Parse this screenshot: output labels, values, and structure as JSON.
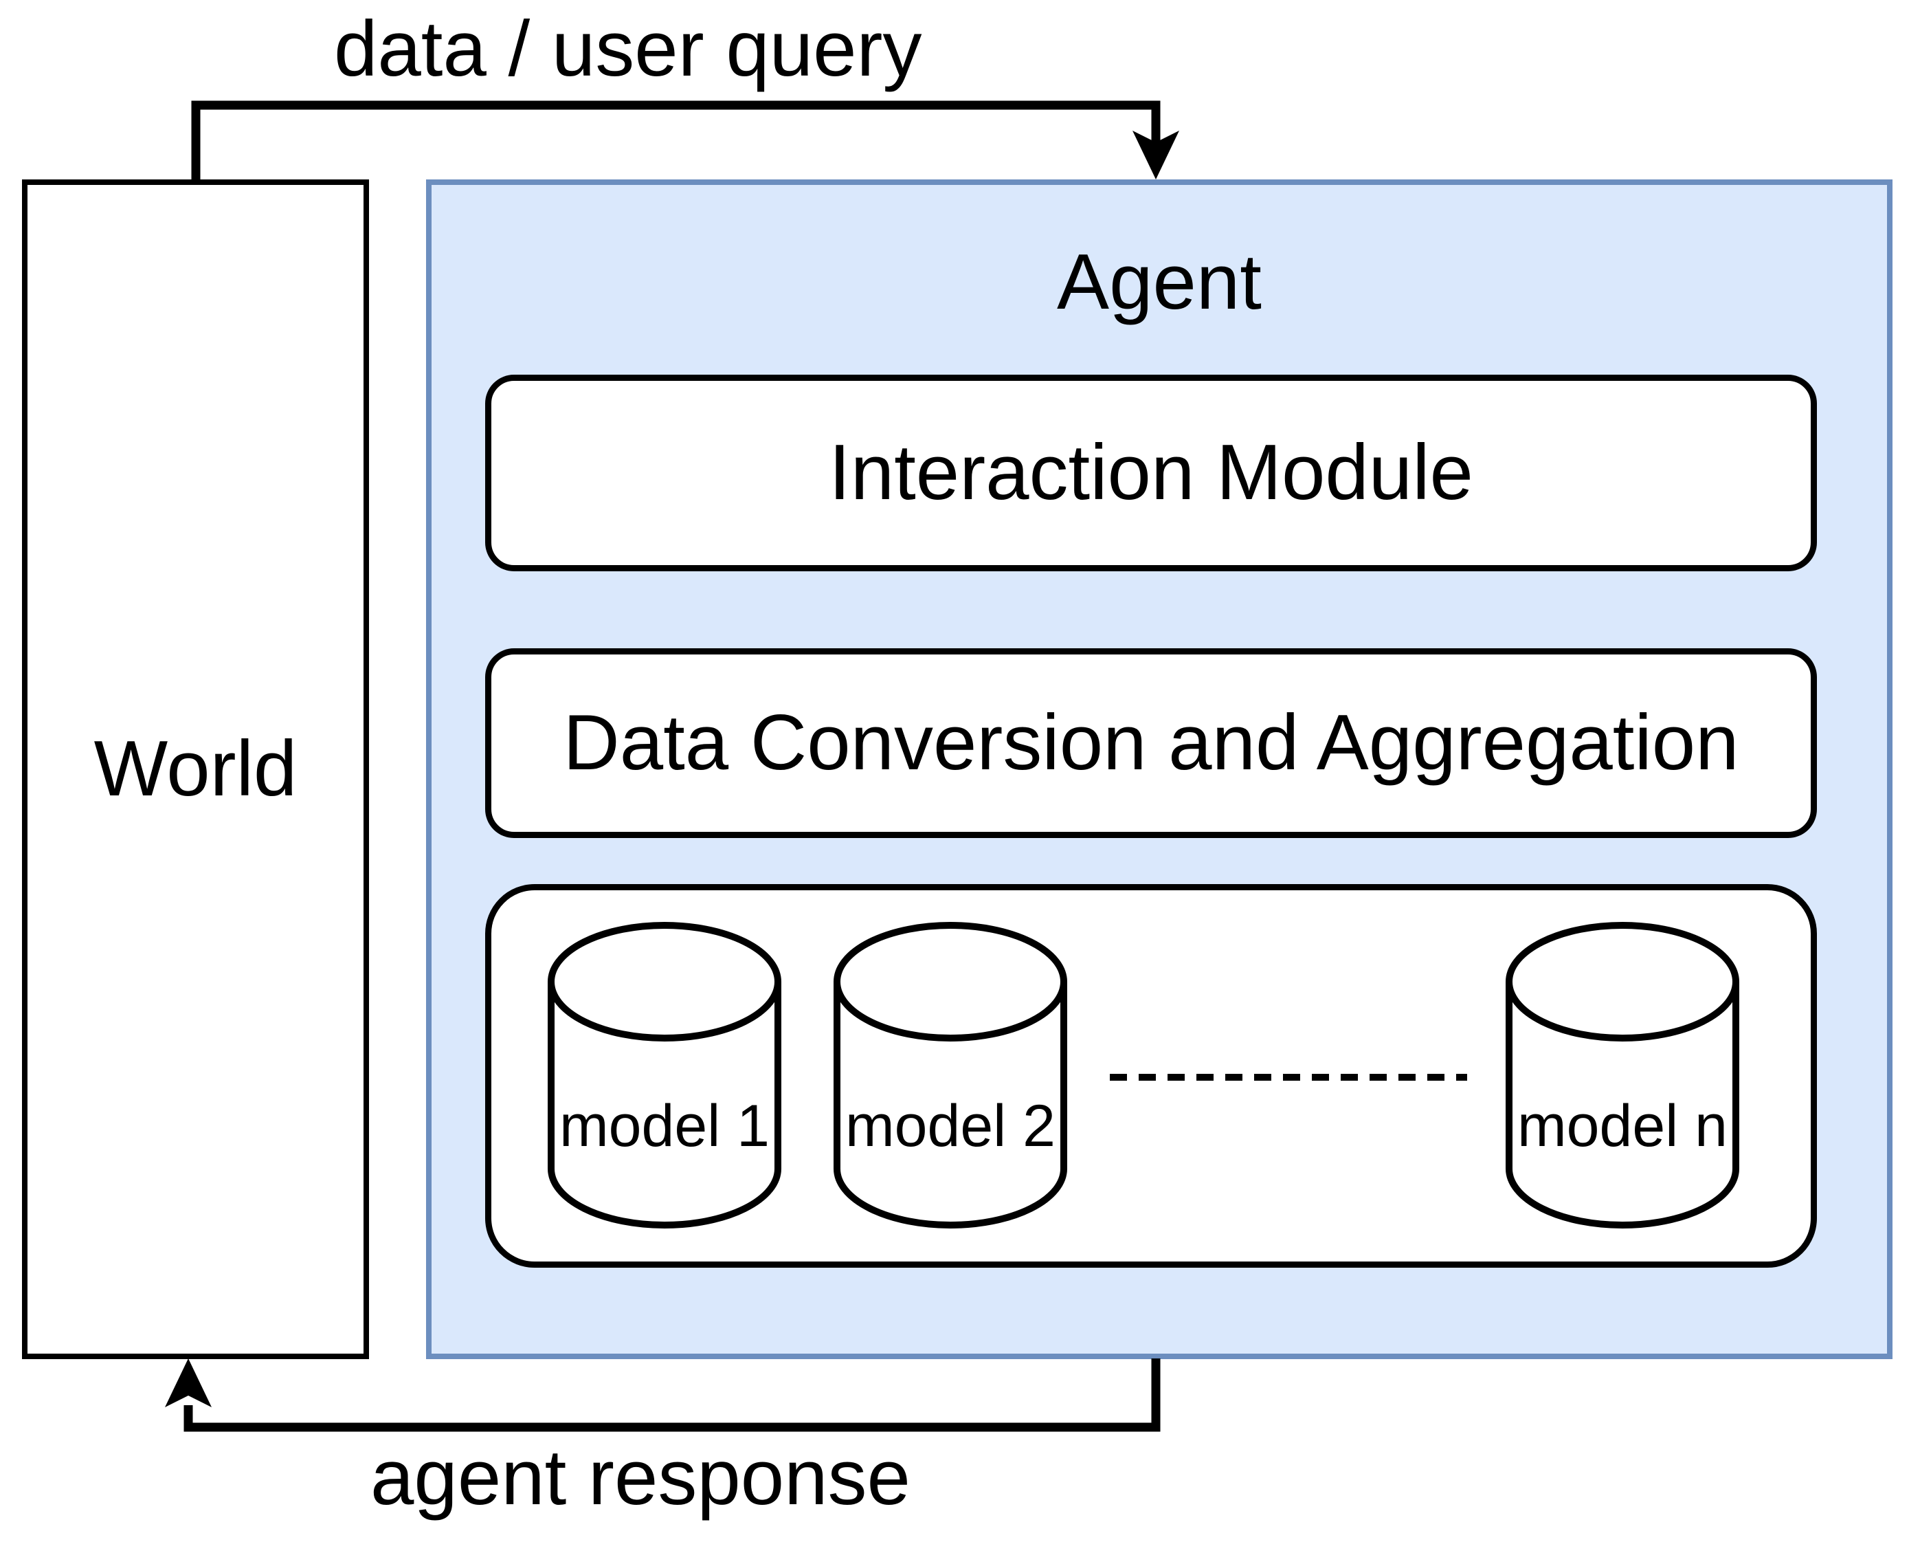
{
  "diagram": {
    "top_arrow_label": "data / user query",
    "bottom_arrow_label": "agent response",
    "world": {
      "label": "World"
    },
    "agent": {
      "title": "Agent",
      "modules": [
        {
          "label": "Interaction Module"
        },
        {
          "label": "Data Conversion and Aggregation"
        }
      ],
      "models": {
        "items": [
          {
            "label": "model 1"
          },
          {
            "label": "model 2"
          },
          {
            "label": "model n"
          }
        ]
      }
    },
    "colors": {
      "agent_fill": "#dae8fc",
      "agent_stroke": "#6c8ebf",
      "line": "#000000",
      "box_fill": "#ffffff",
      "text": "#000000"
    }
  }
}
